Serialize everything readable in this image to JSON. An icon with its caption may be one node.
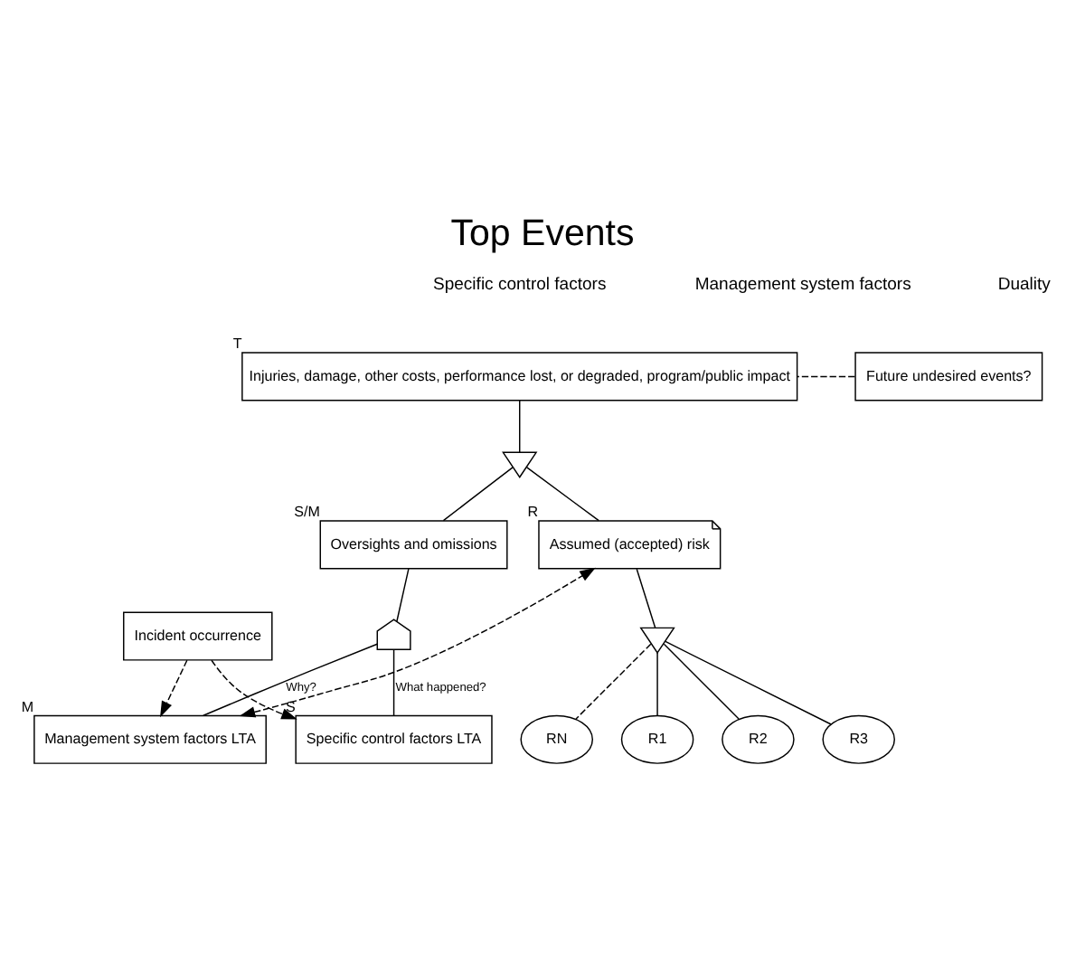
{
  "diagram": {
    "title": "Top Events",
    "nodes": [
      {
        "text": [
          "Injuries, damage, other costs, performance lost, or degraded, program/public impact"
        ],
        "beside": [
          "T"
        ]
      },
      {
        "text": [
          "Future undesired events?"
        ]
      },
      {
        "text": [],
        "shape": "gate"
      },
      {
        "text": [
          "Oversights and omissions"
        ],
        "beside": [
          "S/M"
        ]
      },
      {
        "text": [
          "Assumed (accepted) risk"
        ],
        "beside": [
          "R"
        ]
      },
      {
        "text": [],
        "shape": "arch"
      },
      {
        "text": [],
        "shape": "gate"
      },
      {
        "text": [
          "R1"
        ]
      },
      {
        "text": [
          "R2"
        ]
      },
      {
        "text": [
          "R3"
        ]
      },
      {
        "text": [
          "RN"
        ]
      },
      {
        "text": [
          "Specific control factors LTA"
        ],
        "beside": [
          "S"
        ]
      },
      {
        "text": [
          "Management system factors LTA"
        ],
        "beside": [
          "M"
        ]
      },
      {
        "text": [
          "Incident occurrence"
        ]
      }
    ],
    "edges": [
      {
        "from": 1,
        "to": 0,
        "arrow": "none",
        "style": "dashed"
      },
      {
        "from": 0,
        "to": 2,
        "arrow": "none"
      },
      {
        "from": 2,
        "to": 3,
        "arrow": "none"
      },
      {
        "from": 2,
        "to": 4,
        "arrow": "none"
      },
      {
        "from": 3,
        "to": 5,
        "arrow": "none"
      },
      {
        "from": 4,
        "to": 6,
        "arrow": "none"
      },
      {
        "from": 6,
        "to": 7,
        "arrow": "none"
      },
      {
        "from": 6,
        "to": 8,
        "arrow": "none"
      },
      {
        "from": 6,
        "to": 9,
        "arrow": "none"
      },
      {
        "from": 6,
        "to": 10,
        "arrow": "none",
        "style": "dashed"
      },
      {
        "from": 5,
        "to": 11,
        "arrow": "none",
        "label": "What happened?"
      },
      {
        "from": 5,
        "to": 12,
        "arrow": "none",
        "label": "Why?"
      },
      {
        "from": 12,
        "to": 4,
        "arrow": "both",
        "style": "dashed"
      },
      {
        "from": 13,
        "to": 11,
        "arrow": "to",
        "style": "dashed"
      },
      {
        "from": 13,
        "to": 12,
        "arrow": "to",
        "style": "dashed"
      }
    ],
    "labels": [
      "Specific control factors",
      "Management system factors",
      "Duality"
    ]
  }
}
